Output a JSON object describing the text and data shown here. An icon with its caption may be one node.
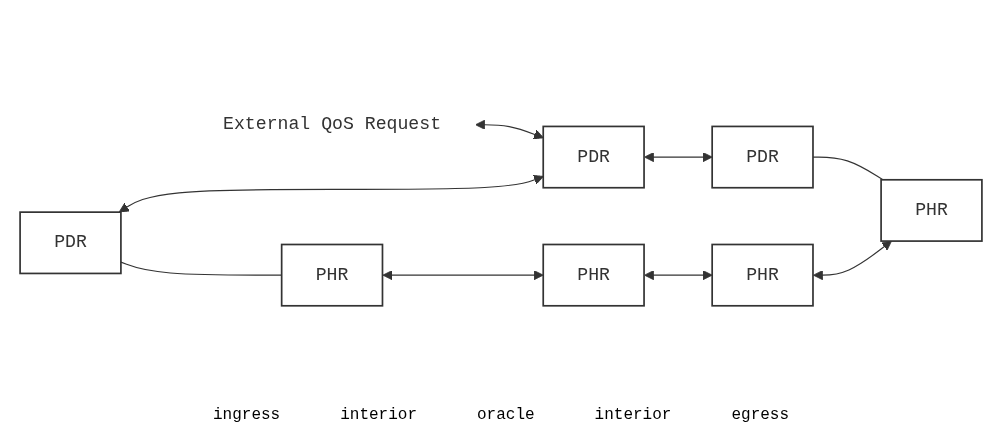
{
  "diagram": {
    "nodes": [
      {
        "text": [
          "External QoS Request"
        ]
      },
      {
        "text": [
          "PDR"
        ]
      },
      {
        "text": [
          "PDR"
        ]
      },
      {
        "text": [
          "PDR"
        ]
      },
      {
        "text": [
          "PHR"
        ]
      },
      {
        "text": [
          "PHR"
        ]
      },
      {
        "text": [
          "PHR"
        ]
      },
      {
        "text": [
          "PHR"
        ]
      }
    ],
    "edges": [
      {
        "from": 0,
        "to": 2,
        "arrow": "both"
      },
      {
        "from": 1,
        "to": 2,
        "arrow": "both"
      },
      {
        "from": 2,
        "to": 3,
        "arrow": "both"
      },
      {
        "from": 1,
        "to": 4,
        "arrow": "none"
      },
      {
        "from": 3,
        "to": 7,
        "arrow": "none"
      },
      {
        "from": 4,
        "to": 5,
        "arrow": "both"
      },
      {
        "from": 5,
        "to": 6,
        "arrow": "both"
      },
      {
        "from": 6,
        "to": 7,
        "arrow": "both"
      }
    ],
    "labels": [
      "ingress",
      "interior",
      "oracle",
      "interior",
      "egress"
    ]
  }
}
